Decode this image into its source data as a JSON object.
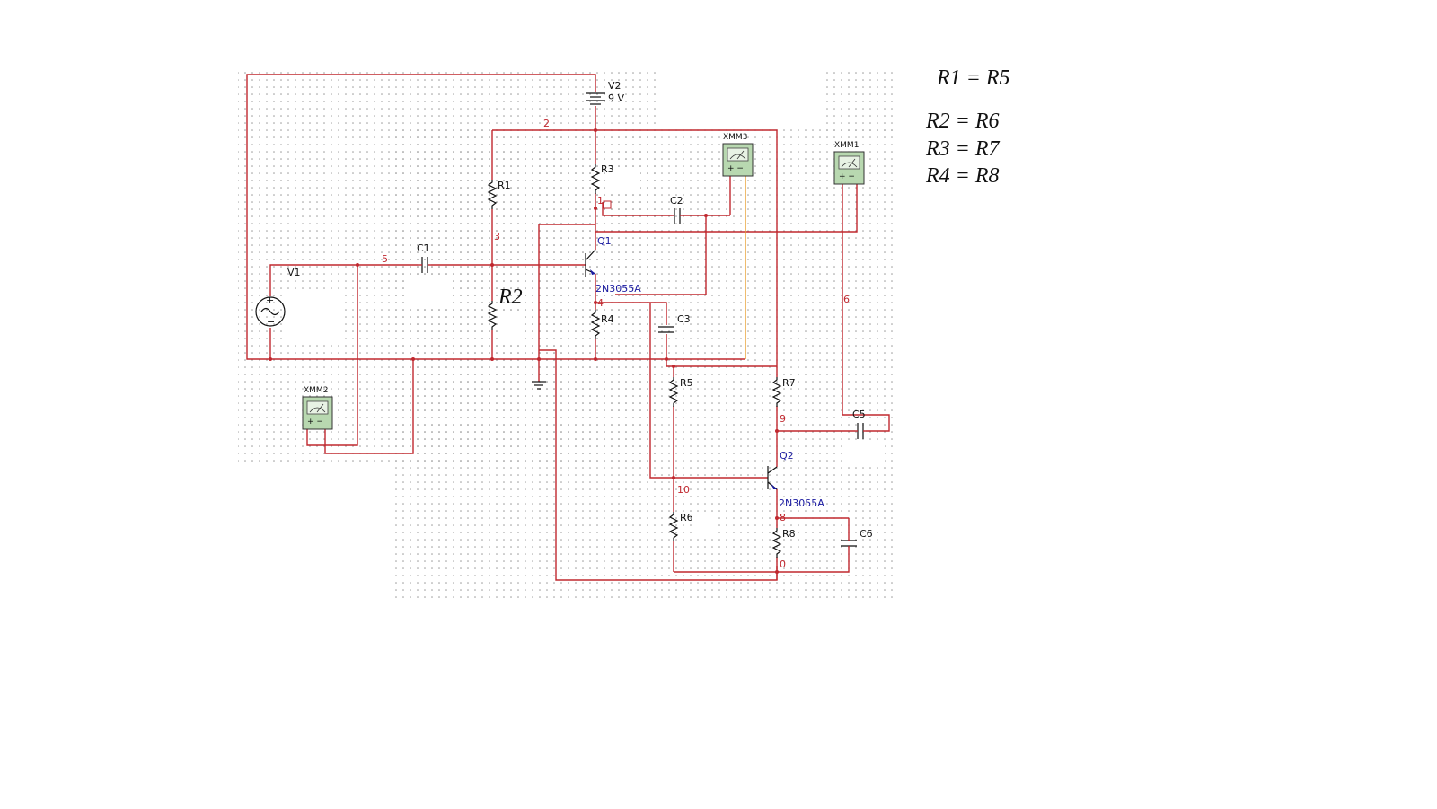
{
  "supply": {
    "name": "V2",
    "value": "9 V"
  },
  "source": {
    "name": "V1"
  },
  "resistors": [
    "R1",
    "R2",
    "R3",
    "R4",
    "R5",
    "R6",
    "R7",
    "R8"
  ],
  "capacitors": [
    "C1",
    "C2",
    "C3",
    "C5",
    "C6"
  ],
  "transistors": [
    {
      "name": "Q1",
      "model": "2N3055A"
    },
    {
      "name": "Q2",
      "model": "2N3055A"
    }
  ],
  "multimeters": [
    "XMM1",
    "XMM2",
    "XMM3"
  ],
  "nets": [
    "2",
    "3",
    "5",
    "1",
    "4",
    "6",
    "9",
    "10",
    "8",
    "0"
  ],
  "big_label": "R2",
  "equations": [
    "R1 = R5",
    "R2 = R6",
    "R3 = R7",
    "R4 = R8"
  ],
  "colors": {
    "wire": "#c0282f",
    "probe_wire": "#e8a030",
    "transistor_label": "#1a1aa0",
    "meter": "#b8d8b0"
  }
}
